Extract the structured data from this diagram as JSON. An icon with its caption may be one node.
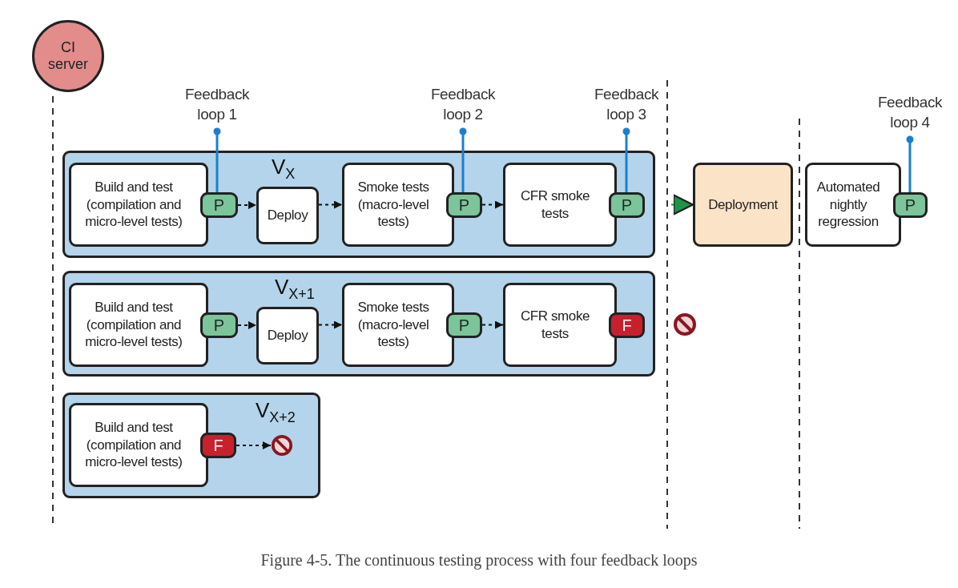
{
  "diagram": {
    "caption": "Figure 4-5. The continuous testing process with four feedback loops",
    "nodes": [
      {
        "text": [
          "CI server"
        ]
      },
      {
        "text": [
          "V$_{X}$"
        ]
      },
      {
        "text": [
          "Build and test (compilation and micro-level tests)"
        ],
        "in": 1
      },
      {
        "text": [
          "P"
        ],
        "in": 1
      },
      {
        "text": [
          "Deploy"
        ],
        "in": 1
      },
      {
        "text": [
          "Smoke tests (macro-level tests)"
        ],
        "in": 1
      },
      {
        "text": [
          "P"
        ],
        "in": 1
      },
      {
        "text": [
          "CFR smoke tests"
        ],
        "in": 1
      },
      {
        "text": [
          "P"
        ],
        "in": 1
      },
      {
        "text": [
          "V$_{X+1}$"
        ]
      },
      {
        "text": [
          "Build and test (compilation and micro-level tests)"
        ],
        "in": 9
      },
      {
        "text": [
          "P"
        ],
        "in": 9
      },
      {
        "text": [
          "Deploy"
        ],
        "in": 9
      },
      {
        "text": [
          "Smoke tests (macro-level tests)"
        ],
        "in": 9
      },
      {
        "text": [
          "P"
        ],
        "in": 9
      },
      {
        "text": [
          "CFR smoke tests"
        ],
        "in": 9
      },
      {
        "text": [
          "F"
        ],
        "in": 9
      },
      {
        "text": [
          "V$_{X+2}$"
        ]
      },
      {
        "text": [
          "Build and test (compilation and micro-level tests)"
        ],
        "in": 17
      },
      {
        "text": [
          "F"
        ],
        "in": 17
      },
      {
        "text": [],
        "shape": "circle",
        "in": 17
      },
      {
        "text": [],
        "shape": "circle"
      },
      {
        "text": [
          "Deployment"
        ]
      },
      {
        "text": [
          "Automated nightly regression"
        ]
      },
      {
        "text": [
          "P"
        ]
      },
      {
        "text": [
          "Feedback loop 1"
        ]
      },
      {
        "text": [
          "Feedback loop 2"
        ]
      },
      {
        "text": [
          "Feedback loop 3"
        ]
      },
      {
        "text": [
          "Feedback loop 4"
        ]
      }
    ],
    "edges": [
      {
        "from": 3,
        "to": 4,
        "arrow": "to",
        "style": "dashed"
      },
      {
        "from": 4,
        "to": 5,
        "arrow": "to",
        "style": "dashed"
      },
      {
        "from": 6,
        "to": 7,
        "arrow": "to",
        "style": "dashed"
      },
      {
        "from": 11,
        "to": 12,
        "arrow": "to",
        "style": "dashed"
      },
      {
        "from": 12,
        "to": 13,
        "arrow": "to",
        "style": "dashed"
      },
      {
        "from": 14,
        "to": 15,
        "arrow": "to",
        "style": "dashed"
      },
      {
        "from": 19,
        "to": 20,
        "arrow": "to",
        "style": "dashed"
      },
      {
        "from": null,
        "to": 22,
        "arrow": "to",
        "color": "#1e9448"
      },
      {
        "from": 25,
        "to": 3,
        "arrow": "other",
        "color": "#1a7fd0"
      },
      {
        "from": 26,
        "to": 6,
        "arrow": "other",
        "color": "#1a7fd0"
      },
      {
        "from": 27,
        "to": 8,
        "arrow": "other",
        "color": "#1a7fd0"
      },
      {
        "from": 28,
        "to": 24,
        "arrow": "other",
        "color": "#1a7fd0"
      }
    ]
  }
}
